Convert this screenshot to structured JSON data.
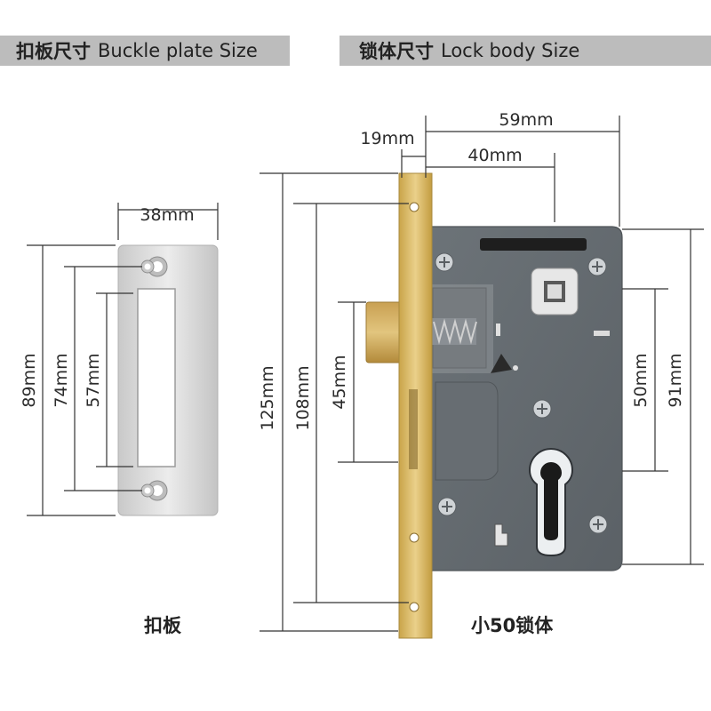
{
  "headers": {
    "left": {
      "zh": "扣板尺寸",
      "en": "Buckle plate Size"
    },
    "right": {
      "zh": "锁体尺寸",
      "en": "Lock body Size"
    }
  },
  "plate": {
    "width": "38mm",
    "height_total": "89mm",
    "height_holes": "74mm",
    "height_slot": "57mm",
    "caption": "扣板"
  },
  "lock": {
    "total_depth": "59mm",
    "faceplate": "19mm",
    "backset": "40mm",
    "faceplate_height": "125mm",
    "screw_spacing": "108mm",
    "latch_area": "45mm",
    "handle_to_cylinder": "50mm",
    "body_height": "91mm",
    "caption": "小50锁体"
  },
  "colors": {
    "banner": "#bcbcbc",
    "plate_steel": "#d9d9d9",
    "brass": "#d8b85a",
    "lock_body": "#646a70"
  }
}
